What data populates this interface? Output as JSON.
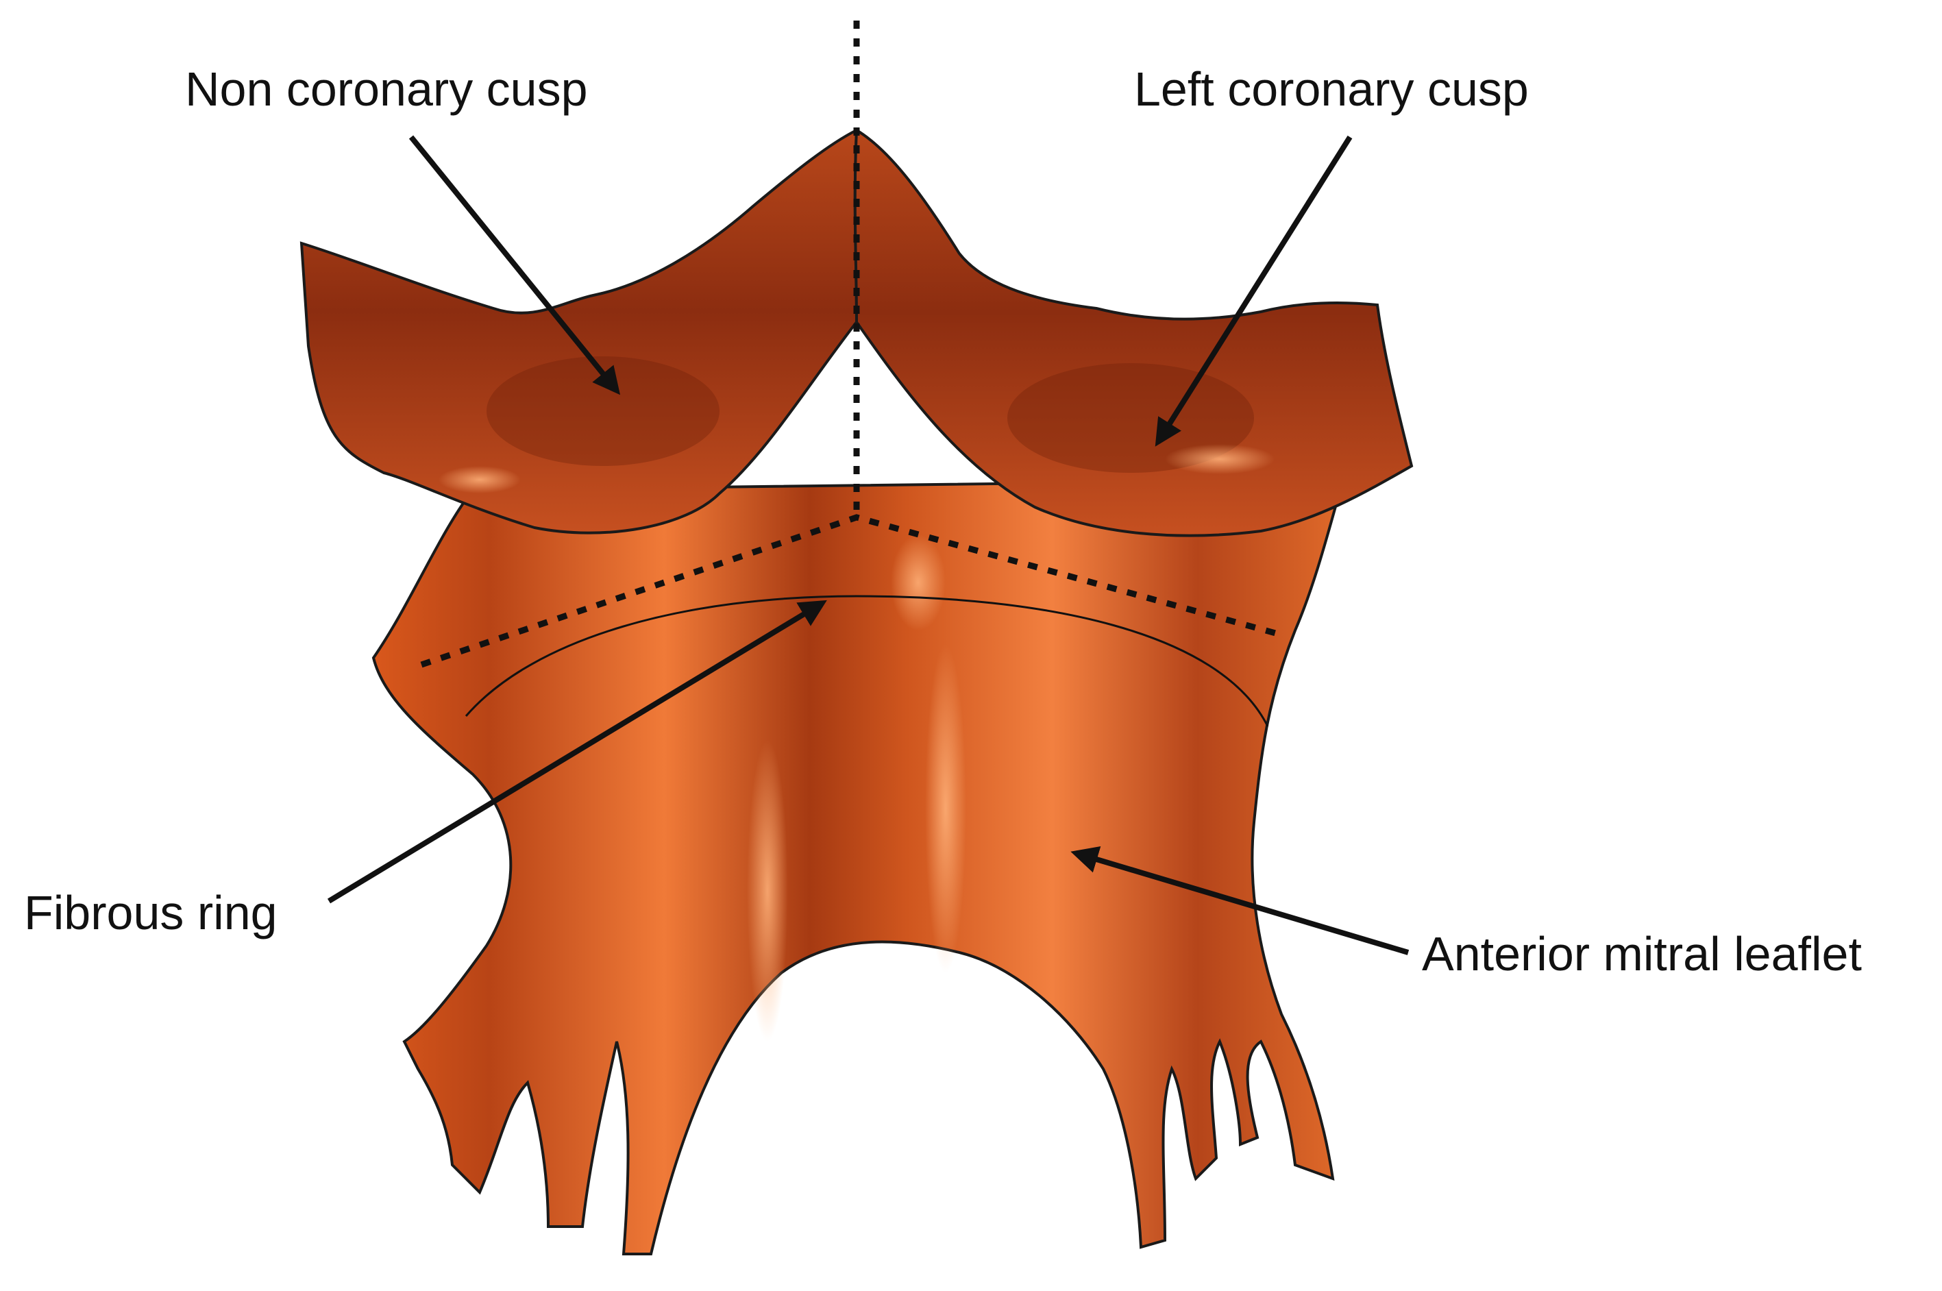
{
  "labels": {
    "non_coronary_cusp": "Non coronary cusp",
    "left_coronary_cusp": "Left coronary cusp",
    "fibrous_ring": "Fibrous ring",
    "anterior_mitral_leaflet": "Anterior mitral leaflet"
  },
  "colors": {
    "tissue_light": "#ef7a36",
    "tissue_mid": "#d45a1f",
    "tissue_dark": "#8e2d10",
    "outline": "#1a1a1a",
    "text": "#111111"
  }
}
